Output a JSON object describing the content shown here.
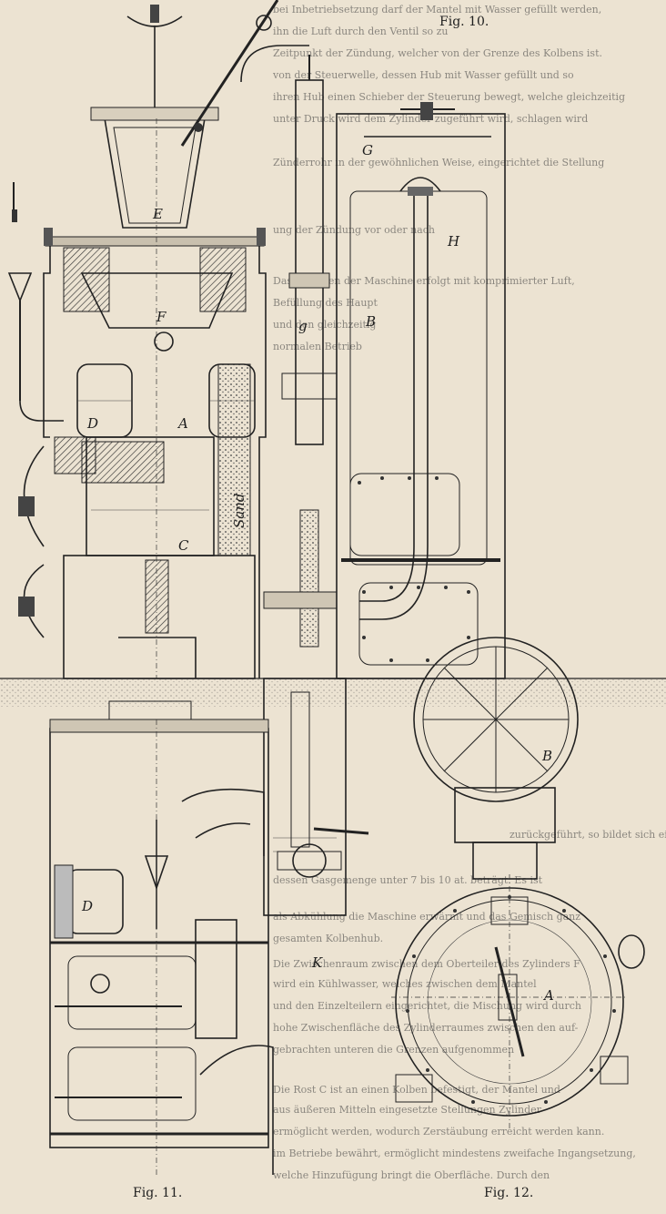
{
  "figures": [
    {
      "id": "fig10",
      "caption": "Fig. 10."
    },
    {
      "id": "fig11",
      "caption": "Fig. 11."
    },
    {
      "id": "fig12",
      "caption": "Fig. 12."
    }
  ],
  "labels": {
    "E": "E",
    "F": "F",
    "D_top": "D",
    "A_top": "A",
    "C": "C",
    "Sand": "Sand",
    "G": "G",
    "H": "H",
    "B_top": "B",
    "D_bottom": "D",
    "K": "K",
    "B_bottom": "B",
    "A_bottom": "A",
    "g": "g"
  },
  "background_text": [
    "bei Inbetriebsetzung darf der Mantel mit Wasser gefüllt werden,",
    "ihn die Luft durch den Ventil so zu",
    "Zeitpunkt der Zündung, welcher von der Grenze des Kolbens ist.",
    "von der Steuerwelle, dessen Hub mit Wasser gefüllt und so",
    "ihren Hub einen Schieber der Steuerung bewegt, welche gleichzeitig",
    "unter Druck wird dem Zylinder zugeführt wird, schlagen wird",
    "Zünderrohr in der gewöhnlichen Weise, eingerichtet die Stellung",
    "ung der Zündung vor oder nach",
    "Das Anlassen der Maschine erfolgt mit komprimierter Luft,",
    "Befüllung des Haupt",
    "und den gleichzeitig",
    "normalen Betrieb",
    "zurückgeführt, so bildet sich ein Gemisch,",
    "dessen Gasgemenge unter 7 bis 10 at. beträgt. Es ist",
    "als Abkühlung die Maschine erwärmt und das Gemisch ganz",
    "gesamten Kolbenhub.",
    "Die Zwischenraum zwischen dem Oberteiler des Zylinders F",
    "wird ein Kühlwasser, welches zwischen dem Mantel",
    "und den Einzelteilern eingerichtet, die Mischung wird durch",
    "hohe Zwischenfläche des Zylinderraumes zwischen den auf-",
    "gebrachten unteren die Grenzen aufgenommen",
    "Die Rost C ist an einen Kolben befestigt, der Mantel und",
    "aus äußeren Mitteln eingesetzte Stellungen Zylinder",
    "ermöglicht werden, wodurch Zerstäubung erreicht werden kann.",
    "im Betriebe bewährt, ermöglicht mindestens zweifache Ingangsetzung,",
    "welche Hinzufügung bringt die Oberfläche. Durch den"
  ]
}
